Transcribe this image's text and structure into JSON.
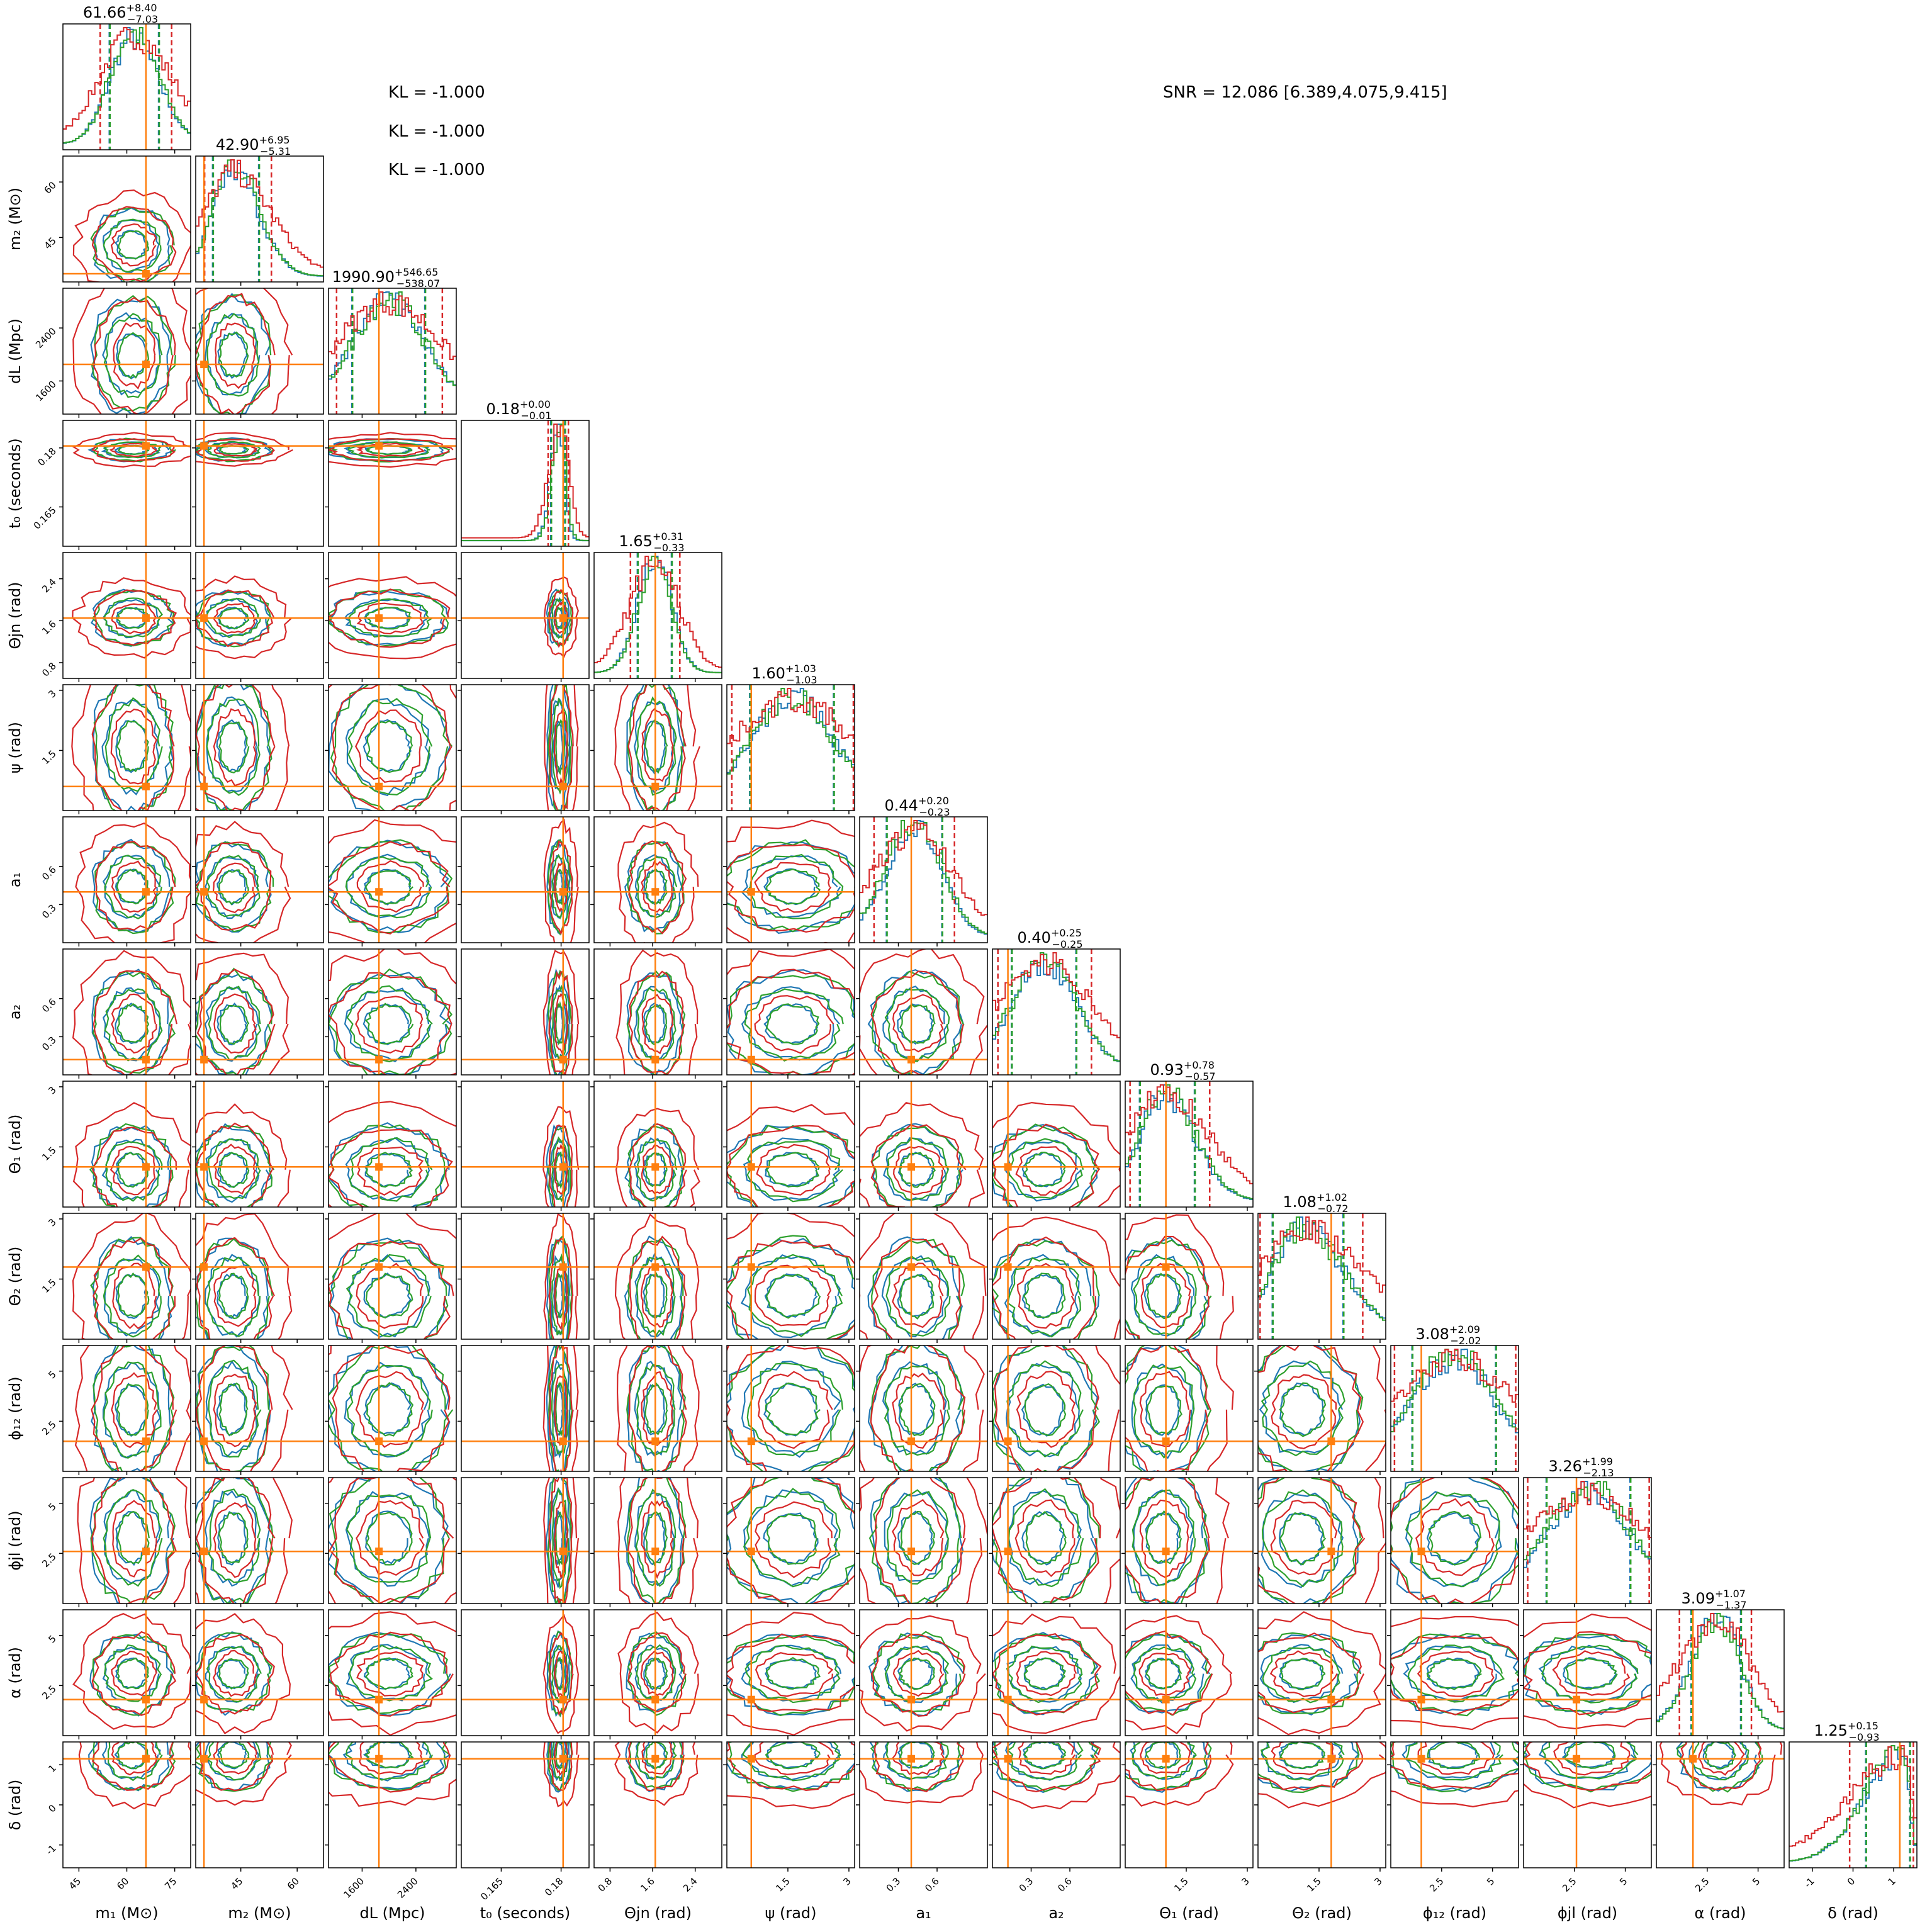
{
  "annotations": {
    "kl": [
      "KL = -1.000",
      "KL = -1.000",
      "KL = -1.000"
    ],
    "snr": "SNR = 12.086 [6.389,4.075,9.415]"
  },
  "chart_data": {
    "type": "corner",
    "series_colors": {
      "run_a": "#d62728",
      "run_b": "#1f77b4",
      "run_c": "#2ca02c",
      "truth": "#ff7f0e"
    },
    "parameters": [
      {
        "label": "m₁ (M⊙)",
        "median": "61.66",
        "plus": "+8.40",
        "minus": "−7.03",
        "m": 61.66,
        "p": 8.4,
        "n": 7.03,
        "truth": 66,
        "range": [
          40,
          80
        ],
        "ticks": [
          45,
          60,
          75
        ]
      },
      {
        "label": "m₂ (M⊙)",
        "median": "42.90",
        "plus": "+6.95",
        "minus": "−5.31",
        "m": 42.9,
        "p": 6.95,
        "n": 5.31,
        "truth": 35.2,
        "range": [
          33,
          67
        ],
        "ticks": [
          45,
          60
        ]
      },
      {
        "label": "dL (Mpc)",
        "median": "1990.90",
        "plus": "+546.65",
        "minus": "−538.07",
        "m": 1990.9,
        "p": 546.65,
        "n": 538.07,
        "truth": 1850,
        "range": [
          1100,
          3000
        ],
        "ticks": [
          1600,
          2400
        ]
      },
      {
        "label": "t₀ (seconds)",
        "median": "0.18",
        "plus": "+0.00",
        "minus": "−0.01",
        "m": 0.1795,
        "p": 0.0015,
        "n": 0.002,
        "truth": 0.1805,
        "range": [
          0.155,
          0.187
        ],
        "ticks": [
          0.165,
          0.18
        ]
      },
      {
        "label": "Θjn (rad)",
        "median": "1.65",
        "plus": "+0.31",
        "minus": "−0.33",
        "m": 1.65,
        "p": 0.31,
        "n": 0.33,
        "truth": 1.65,
        "range": [
          0.5,
          2.9
        ],
        "ticks": [
          0.8,
          1.6,
          2.4
        ]
      },
      {
        "label": "ψ (rad)",
        "median": "1.60",
        "plus": "+1.03",
        "minus": "−1.03",
        "m": 1.6,
        "p": 1.03,
        "n": 1.03,
        "truth": 0.6,
        "range": [
          0,
          3.14
        ],
        "ticks": [
          1.5,
          3.0
        ]
      },
      {
        "label": "a₁",
        "median": "0.44",
        "plus": "+0.20",
        "minus": "−0.23",
        "m": 0.44,
        "p": 0.2,
        "n": 0.23,
        "truth": 0.4,
        "range": [
          0,
          0.99
        ],
        "ticks": [
          0.3,
          0.6
        ]
      },
      {
        "label": "a₂",
        "median": "0.40",
        "plus": "+0.25",
        "minus": "−0.25",
        "m": 0.4,
        "p": 0.25,
        "n": 0.25,
        "truth": 0.12,
        "range": [
          0,
          0.99
        ],
        "ticks": [
          0.3,
          0.6
        ]
      },
      {
        "label": "Θ₁ (rad)",
        "median": "0.93",
        "plus": "+0.78",
        "minus": "−0.57",
        "m": 0.93,
        "p": 0.78,
        "n": 0.57,
        "truth": 1.0,
        "range": [
          0,
          3.14
        ],
        "ticks": [
          1.5,
          3.0
        ]
      },
      {
        "label": "Θ₂ (rad)",
        "median": "1.08",
        "plus": "+1.02",
        "minus": "−0.72",
        "m": 1.08,
        "p": 1.02,
        "n": 0.72,
        "truth": 1.8,
        "range": [
          0,
          3.14
        ],
        "ticks": [
          1.5,
          3.0
        ]
      },
      {
        "label": "ϕ₁₂ (rad)",
        "median": "3.08",
        "plus": "+2.09",
        "minus": "−2.02",
        "m": 3.08,
        "p": 2.09,
        "n": 2.02,
        "truth": 1.5,
        "range": [
          0,
          6.28
        ],
        "ticks": [
          2.5,
          5.0
        ]
      },
      {
        "label": "ϕjl (rad)",
        "median": "3.26",
        "plus": "+1.99",
        "minus": "−2.13",
        "m": 3.26,
        "p": 1.99,
        "n": 2.13,
        "truth": 2.6,
        "range": [
          0,
          6.28
        ],
        "ticks": [
          2.5,
          5.0
        ]
      },
      {
        "label": "α (rad)",
        "median": "3.09",
        "plus": "+1.07",
        "minus": "−1.37",
        "m": 3.09,
        "p": 1.07,
        "n": 1.37,
        "truth": 1.8,
        "range": [
          0,
          6.28
        ],
        "ticks": [
          2.5,
          5.0
        ]
      },
      {
        "label": "δ (rad)",
        "median": "1.25",
        "plus": "+0.15",
        "minus": "−0.93",
        "m": 1.25,
        "p": 0.15,
        "n": 0.93,
        "truth": 1.15,
        "range": [
          -1.57,
          1.57
        ],
        "ticks": [
          -1,
          0,
          1
        ]
      }
    ]
  }
}
